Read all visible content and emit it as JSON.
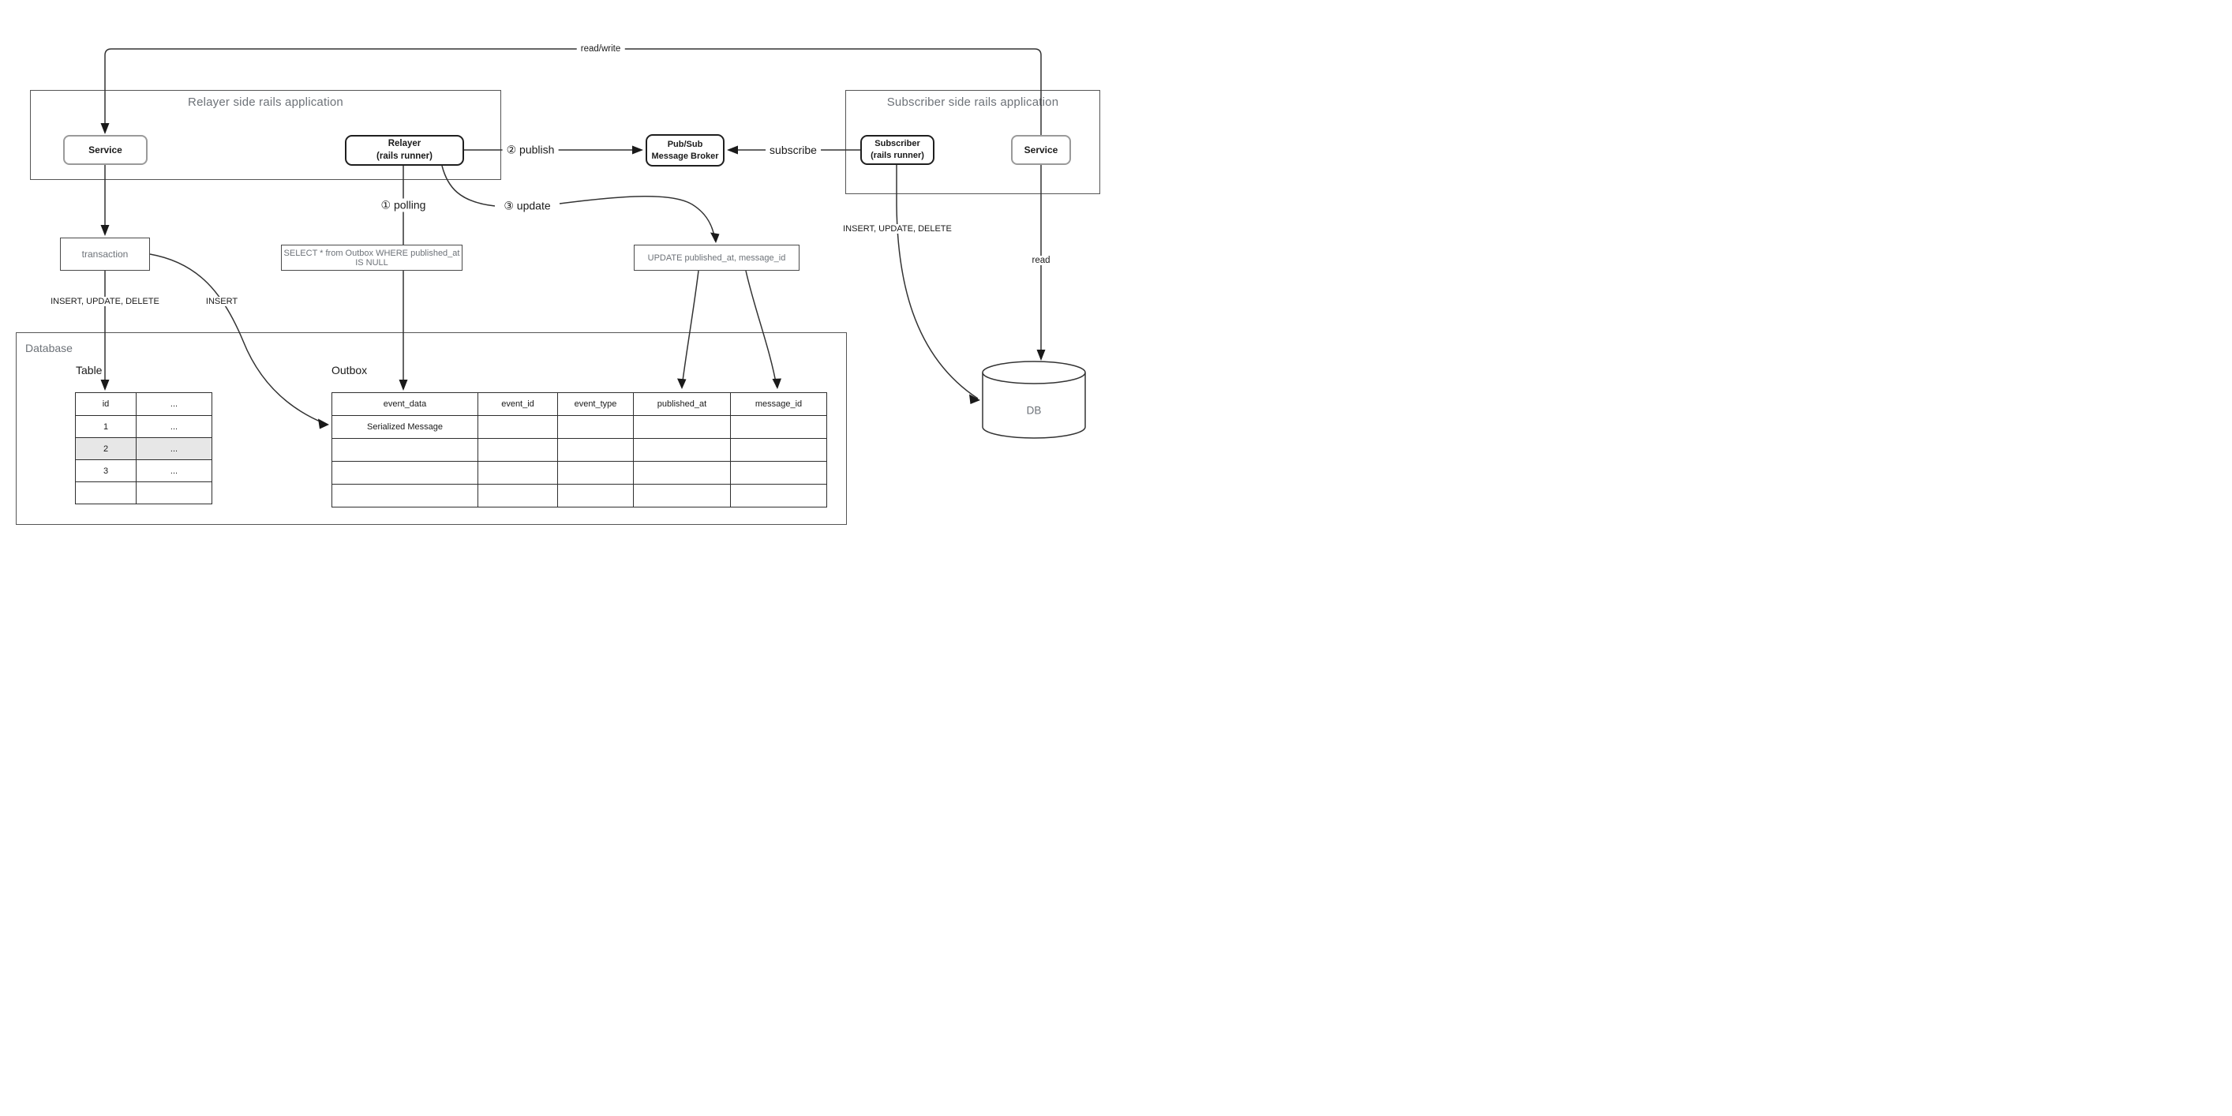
{
  "diagram": {
    "top_arrow_label": "read/write",
    "relayer_app": {
      "title": "Relayer side rails application",
      "service_label": "Service",
      "relayer_line1": "Relayer",
      "relayer_line2": "(rails runner)"
    },
    "broker": {
      "line1": "Pub/Sub",
      "line2": "Message Broker"
    },
    "subscriber_app": {
      "title": "Subscriber side rails application",
      "subscriber_line1": "Subscriber",
      "subscriber_line2": "(rails runner)",
      "service_label": "Service"
    },
    "labels": {
      "publish": "② publish",
      "subscribe": "subscribe",
      "polling": "① polling",
      "update": "③ update",
      "insert_update_delete_left": "INSERT, UPDATE, DELETE",
      "insert": "INSERT",
      "insert_update_delete_right": "INSERT, UPDATE, DELETE",
      "read": "read"
    },
    "transaction_label": "transaction",
    "sql": {
      "select": "SELECT * from Outbox WHERE published_at IS NULL",
      "update": "UPDATE published_at, message_id"
    },
    "database": {
      "title": "Database",
      "table": {
        "title": "Table",
        "headers": [
          "id",
          "..."
        ],
        "rows": [
          [
            "1",
            "..."
          ],
          [
            "2",
            "..."
          ],
          [
            "3",
            "..."
          ],
          [
            "",
            ""
          ]
        ]
      },
      "outbox": {
        "title": "Outbox",
        "headers": [
          "event_data",
          "event_id",
          "event_type",
          "published_at",
          "message_id"
        ],
        "rows": [
          [
            "Serialized Message",
            "",
            "",
            "",
            ""
          ],
          [
            "",
            "",
            "",
            "",
            ""
          ],
          [
            "",
            "",
            "",
            "",
            ""
          ],
          [
            "",
            "",
            "",
            "",
            ""
          ]
        ]
      }
    },
    "db_label": "DB",
    "colors": {
      "line": "#333333",
      "gray_text": "#6d7278",
      "shaded_row": "#e7e7e7",
      "node_border_gray": "#9a9a9a",
      "node_border_black": "#1f1f1f"
    }
  }
}
